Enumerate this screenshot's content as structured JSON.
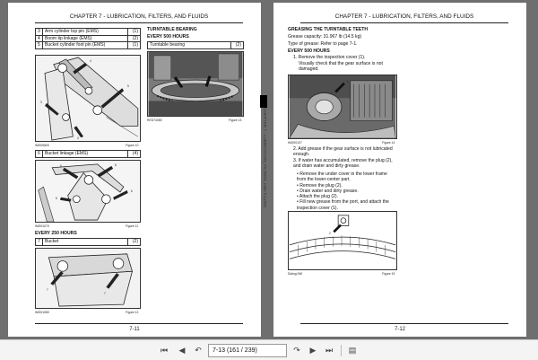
{
  "left_page": {
    "header": "CHAPTER 7 - LUBRICATION, FILTERS, AND FLUIDS",
    "page_number": "7-11",
    "table1": [
      {
        "num": "3",
        "desc": "Arm cylinder top pin (EMS)",
        "qty": "(1)"
      },
      {
        "num": "4",
        "desc": "Boom tip linkage (EMS)",
        "qty": "(2)"
      },
      {
        "num": "5",
        "desc": "Bucket cylinder foot pin (EMS)",
        "qty": "(1)"
      }
    ],
    "fig10": {
      "code": "IMG00800",
      "caption": "Figure 10",
      "labels": [
        "5",
        "4",
        "3",
        "4"
      ]
    },
    "table2": [
      {
        "num": "6",
        "desc": "Bucket linkage (EMS)",
        "qty": "(4)"
      }
    ],
    "fig11": {
      "code": "IMG01070",
      "caption": "Figure 11",
      "labels": [
        "6",
        "6",
        "6",
        "6"
      ]
    },
    "every250_heading": "EVERY 250 HOURS",
    "table3": [
      {
        "num": "7",
        "desc": "Bucket",
        "qty": "(2)"
      }
    ],
    "fig12": {
      "code": "IMG01080",
      "caption": "Figure 12",
      "labels": [
        "7",
        "7"
      ]
    },
    "turntable_heading": "TURNTABLE BEARING",
    "every500_heading": "EVERY 500 HOURS",
    "table4": [
      {
        "desc": "Turntable bearing",
        "qty": "(2)"
      }
    ],
    "fig13": {
      "code": "RED74080",
      "caption": "Figure 13"
    }
  },
  "right_page": {
    "header": "CHAPTER 7 - LUBRICATION, FILTERS, AND FLUIDS",
    "page_number": "7-12",
    "section_title": "GREASING THE TURNTABLE TEETH",
    "grease_capacity": "Grease capacity: 31.967 lb (14.5 kg)",
    "grease_type": "Type of grease: Refer to page 7-1.",
    "every500_heading": "EVERY 500 HOURS",
    "steps_a": [
      "1. Remove the inspection cover (1).",
      "Visually check that the gear surface is not damaged."
    ],
    "fig14": {
      "code": "IMG00107",
      "caption": "Figure 14",
      "label": "1"
    },
    "steps_b": [
      "2. Add grease if the gear surface is not lubricated enough.",
      "3. If water has accumulated, remove the plug (2), and drain water and dirty grease."
    ],
    "bullets": [
      "Remove the under cover in the lower frame from the lower-center part.",
      "Remove the plug (2).",
      "Drain water and dirty grease.",
      "Attach the plug (2).",
      "Fill new grease from the port, and attach the inspection cover (1)."
    ],
    "fig15": {
      "code": "Dialog 060",
      "caption": "Figure 15",
      "label": "2"
    }
  },
  "side_tab": "CHAPTER 7 - LUBRICATION, FILTERS, AND FLUIDS",
  "toolbar": {
    "page_field": "7-13 (161 / 239)"
  }
}
